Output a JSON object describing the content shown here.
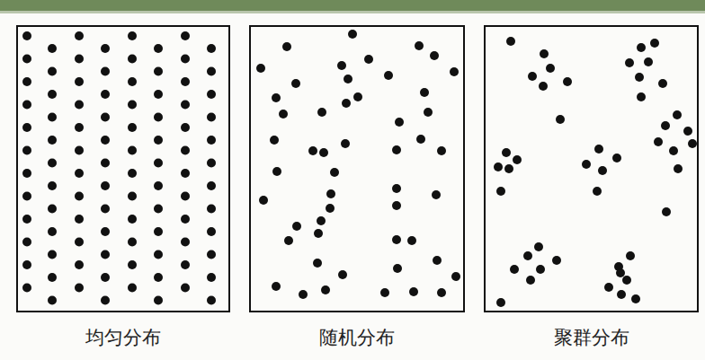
{
  "diagram": {
    "nodes": [
      {
        "text": [
          "均匀分布"
        ]
      },
      {
        "text": [
          "随机分布"
        ]
      },
      {
        "text": [
          "聚群分布"
        ]
      }
    ]
  }
}
